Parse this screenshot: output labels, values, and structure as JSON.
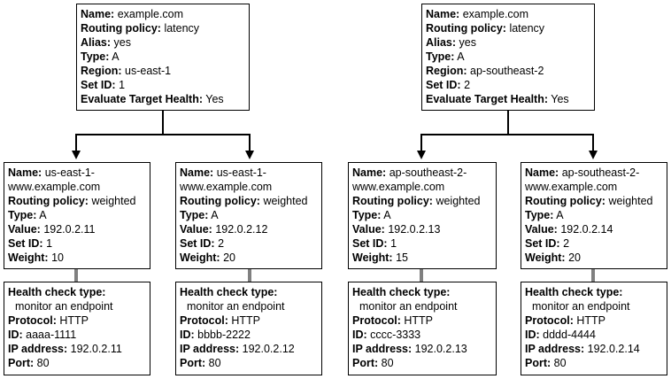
{
  "records": [
    {
      "name_label": "Name:",
      "name": "example.com",
      "policy_label": "Routing policy:",
      "policy": "latency",
      "alias_label": "Alias:",
      "alias": "yes",
      "type_label": "Type:",
      "type": "A",
      "region_label": "Region:",
      "region": "us-east-1",
      "setid_label": "Set ID:",
      "setid": "1",
      "eval_label": "Evaluate Target Health:",
      "eval": "Yes"
    },
    {
      "name_label": "Name:",
      "name": "example.com",
      "policy_label": "Routing policy:",
      "policy": "latency",
      "alias_label": "Alias:",
      "alias": "yes",
      "type_label": "Type:",
      "type": "A",
      "region_label": "Region:",
      "region": "ap-southeast-2",
      "setid_label": "Set ID:",
      "setid": "2",
      "eval_label": "Evaluate Target Health:",
      "eval": "Yes"
    }
  ],
  "weighted": [
    {
      "name_label": "Name:",
      "name_line1": "us-east-1-",
      "name_line2": "www.example.com",
      "policy_label": "Routing policy:",
      "policy": "weighted",
      "type_label": "Type:",
      "type": "A",
      "value_label": "Value:",
      "value": "192.0.2.11",
      "setid_label": "Set ID:",
      "setid": "1",
      "weight_label": "Weight:",
      "weight": "10"
    },
    {
      "name_label": "Name:",
      "name_line1": "us-east-1-",
      "name_line2": "www.example.com",
      "policy_label": "Routing policy:",
      "policy": "weighted",
      "type_label": "Type:",
      "type": "A",
      "value_label": "Value:",
      "value": "192.0.2.12",
      "setid_label": "Set ID:",
      "setid": "2",
      "weight_label": "Weight:",
      "weight": "20"
    },
    {
      "name_label": "Name:",
      "name_line1": "ap-southeast-2-",
      "name_line2": "www.example.com",
      "policy_label": "Routing policy:",
      "policy": "weighted",
      "type_label": "Type:",
      "type": "A",
      "value_label": "Value:",
      "value": "192.0.2.13",
      "setid_label": "Set ID:",
      "setid": "1",
      "weight_label": "Weight:",
      "weight": "15"
    },
    {
      "name_label": "Name:",
      "name_line1": "ap-southeast-2-",
      "name_line2": "www.example.com",
      "policy_label": "Routing policy:",
      "policy": "weighted",
      "type_label": "Type:",
      "type": "A",
      "value_label": "Value:",
      "value": "192.0.2.14",
      "setid_label": "Set ID:",
      "setid": "2",
      "weight_label": "Weight:",
      "weight": "20"
    }
  ],
  "health_checks": [
    {
      "type_label": "Health check type:",
      "type": "monitor an endpoint",
      "protocol_label": "Protocol:",
      "protocol": "HTTP",
      "id_label": "ID:",
      "id": "aaaa-1111",
      "ip_label": "IP address:",
      "ip": "192.0.2.11",
      "port_label": "Port:",
      "port": "80"
    },
    {
      "type_label": "Health check type:",
      "type": "monitor an endpoint",
      "protocol_label": "Protocol:",
      "protocol": "HTTP",
      "id_label": "ID:",
      "id": "bbbb-2222",
      "ip_label": "IP address:",
      "ip": "192.0.2.12",
      "port_label": "Port:",
      "port": "80"
    },
    {
      "type_label": "Health check type:",
      "type": "monitor an endpoint",
      "protocol_label": "Protocol:",
      "protocol": "HTTP",
      "id_label": "ID:",
      "id": "cccc-3333",
      "ip_label": "IP address:",
      "ip": "192.0.2.13",
      "port_label": "Port:",
      "port": "80"
    },
    {
      "type_label": "Health check type:",
      "type": "monitor an endpoint",
      "protocol_label": "Protocol:",
      "protocol": "HTTP",
      "id_label": "ID:",
      "id": "dddd-4444",
      "ip_label": "IP address:",
      "ip": "192.0.2.14",
      "port_label": "Port:",
      "port": "80"
    }
  ],
  "colors": {
    "line": "#000000",
    "health_link": "#808080"
  }
}
